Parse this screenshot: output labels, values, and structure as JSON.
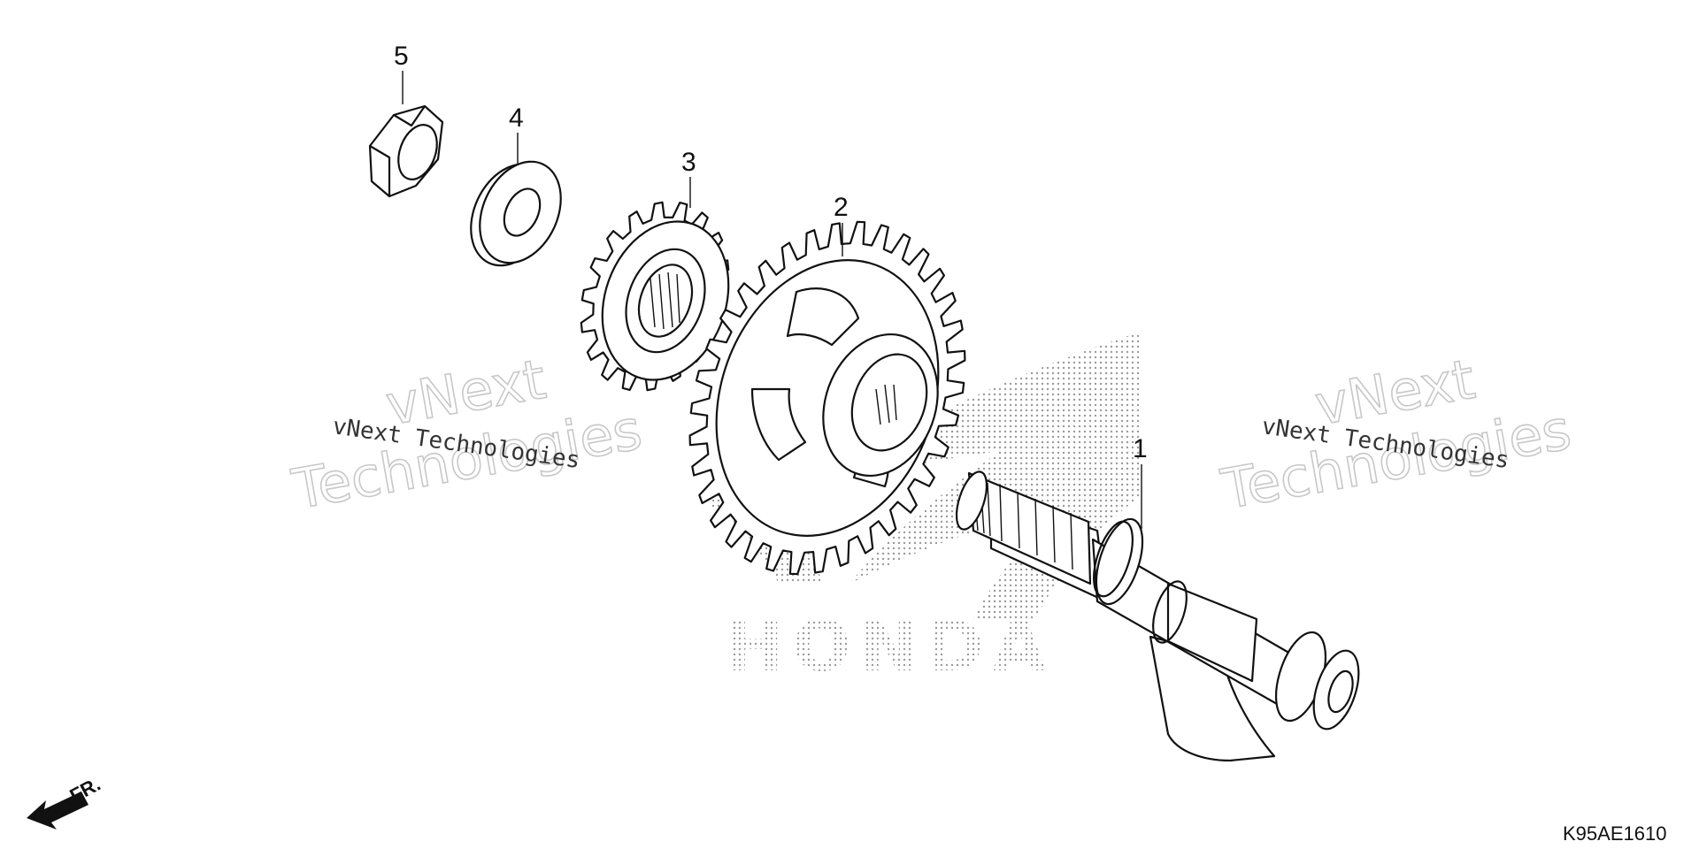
{
  "callouts": [
    "1",
    "2",
    "3",
    "4",
    "5"
  ],
  "watermark": {
    "line_small": "vNext Technologies",
    "line_big_1": "vNext",
    "line_big_2": "Technologies"
  },
  "logo_text": "HONDA",
  "direction_label": "FR.",
  "diagram_code": "K95AE1610",
  "colors": {
    "ink": "#111111",
    "watermark": "#c8c8c8",
    "logo_dots": "#9a9a9a"
  }
}
